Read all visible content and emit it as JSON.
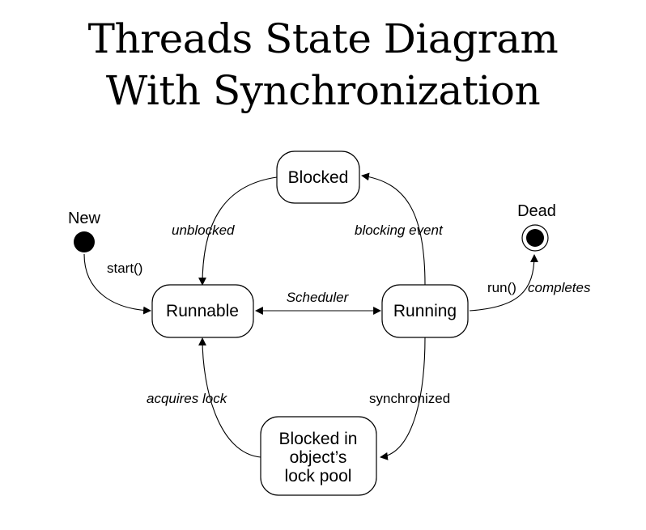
{
  "title": {
    "line1": "Threads State Diagram",
    "line2": "With Synchronization"
  },
  "nodes": {
    "new": "New",
    "dead": "Dead",
    "blocked": "Blocked",
    "runnable": "Runnable",
    "running": "Running",
    "lock_pool": [
      "Blocked in",
      "object’s",
      "lock pool"
    ]
  },
  "edges": {
    "start": "start()",
    "unblocked": "unblocked",
    "blocking_event": "blocking event",
    "scheduler": "Scheduler",
    "run_completes_a": "run()",
    "run_completes_b": "completes",
    "acquires_lock": "acquires lock",
    "synchronized": "synchronized"
  }
}
